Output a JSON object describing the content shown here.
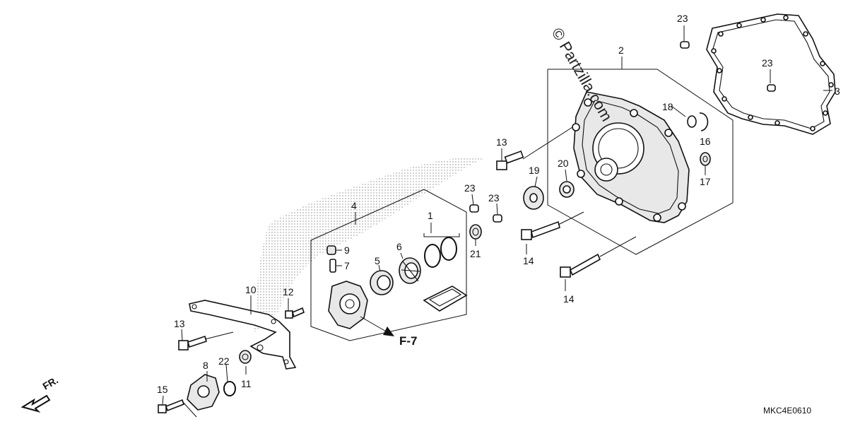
{
  "watermark": "© Partzilla.com",
  "diagram_code": "MKC4E0610",
  "direction_label": "FR.",
  "reference_label": "F-7",
  "callouts": [
    {
      "id": "c1",
      "text": "1"
    },
    {
      "id": "c2",
      "text": "2"
    },
    {
      "id": "c3",
      "text": "3"
    },
    {
      "id": "c4",
      "text": "4"
    },
    {
      "id": "c5",
      "text": "5"
    },
    {
      "id": "c6",
      "text": "6"
    },
    {
      "id": "c7",
      "text": "7"
    },
    {
      "id": "c8",
      "text": "8"
    },
    {
      "id": "c9",
      "text": "9"
    },
    {
      "id": "c10",
      "text": "10"
    },
    {
      "id": "c11",
      "text": "11"
    },
    {
      "id": "c12",
      "text": "12"
    },
    {
      "id": "c13a",
      "text": "13"
    },
    {
      "id": "c13b",
      "text": "13"
    },
    {
      "id": "c14a",
      "text": "14"
    },
    {
      "id": "c14b",
      "text": "14"
    },
    {
      "id": "c15",
      "text": "15"
    },
    {
      "id": "c16",
      "text": "16"
    },
    {
      "id": "c17",
      "text": "17"
    },
    {
      "id": "c18",
      "text": "18"
    },
    {
      "id": "c19",
      "text": "19"
    },
    {
      "id": "c20",
      "text": "20"
    },
    {
      "id": "c21",
      "text": "21"
    },
    {
      "id": "c22",
      "text": "22"
    },
    {
      "id": "c23a",
      "text": "23"
    },
    {
      "id": "c23b",
      "text": "23"
    },
    {
      "id": "c23c",
      "text": "23"
    },
    {
      "id": "c23d",
      "text": "23"
    }
  ]
}
